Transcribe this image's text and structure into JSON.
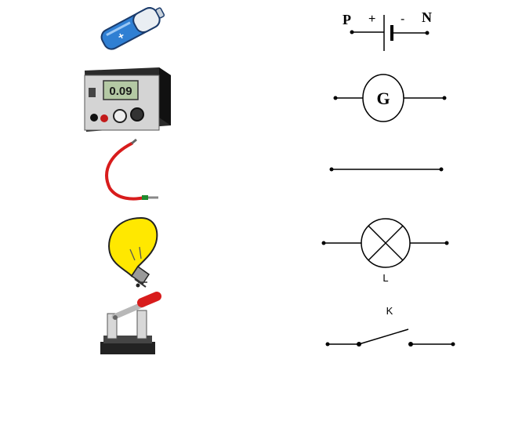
{
  "battery_symbol": {
    "left_terminal": "P",
    "plus_sign": "+",
    "minus_sign": "-",
    "right_terminal": "N"
  },
  "generator_symbol": {
    "letter": "G"
  },
  "lamp_symbol": {
    "label": "L"
  },
  "switch_symbol": {
    "label": "K"
  },
  "power_supply_display": "0.09",
  "icons": {
    "battery": "battery-icon",
    "power_supply": "power-supply-icon",
    "wire": "wire-icon",
    "bulb": "light-bulb-icon",
    "switch": "knife-switch-icon"
  },
  "colors": {
    "battery_body": "#2f7fd3",
    "wire": "#d81c1c",
    "bulb": "#ffe800",
    "switch_handle": "#d81c1c",
    "line": "#000000"
  }
}
